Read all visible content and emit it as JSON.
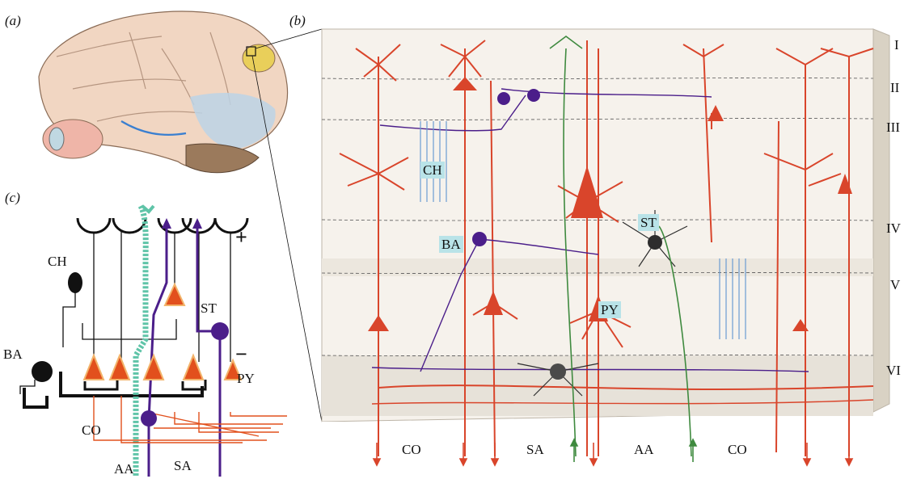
{
  "panels": {
    "a": "(a)",
    "b": "(b)",
    "c": "(c)"
  },
  "layers": [
    "I",
    "II",
    "III",
    "IV",
    "V",
    "VI"
  ],
  "cell_labels": {
    "ch": "CH",
    "ba": "BA",
    "st": "ST",
    "py": "PY"
  },
  "bottom_labels_b": [
    "CO",
    "SA",
    "AA",
    "CO"
  ],
  "schematic": {
    "ch": "CH",
    "ba": "BA",
    "st": "ST",
    "py": "PY",
    "co": "CO",
    "aa": "AA",
    "sa": "SA",
    "plus": "+",
    "minus": "−"
  },
  "colors": {
    "neuron_red": "#d9452b",
    "interneuron_purple": "#4b1e8a",
    "axon_green": "#5fc4a8",
    "chandelier_blue": "#6a9bd3",
    "label_box": "#b9e3e8"
  }
}
